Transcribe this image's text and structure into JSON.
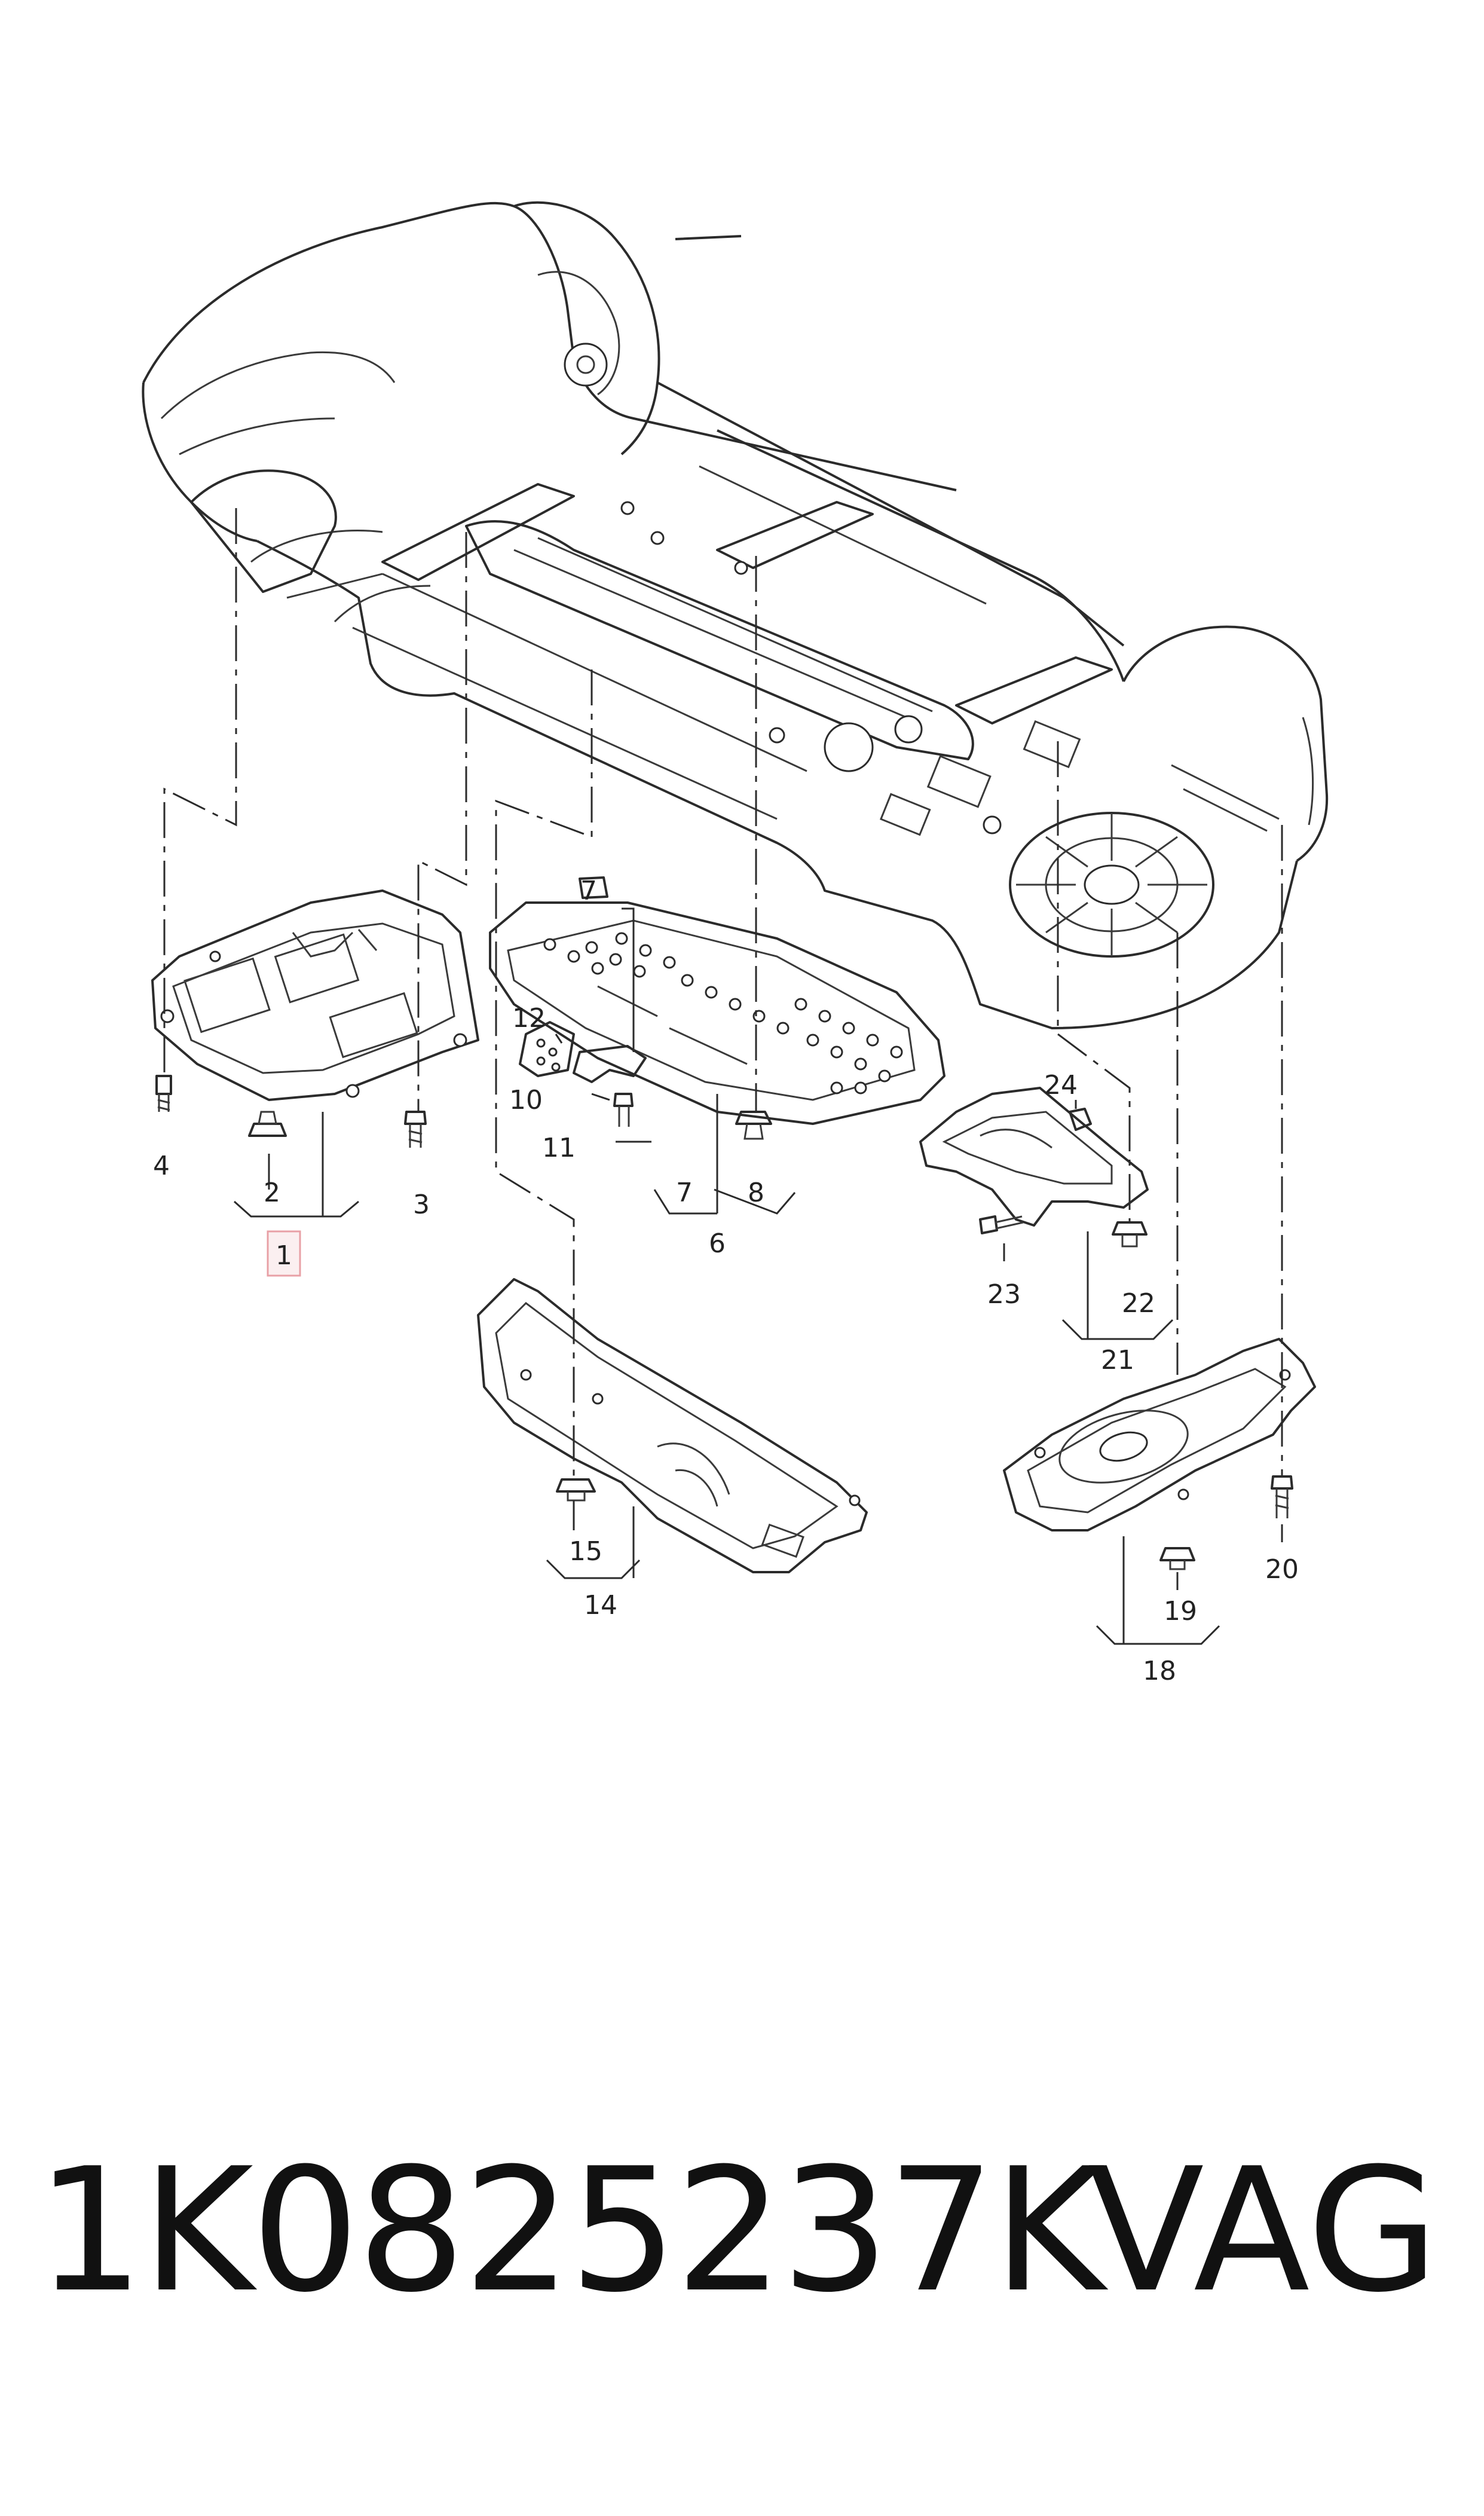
{
  "labels": {
    "l1": "1",
    "l2": "2",
    "l3": "3",
    "l4": "4",
    "l6": "6",
    "l7a": "7",
    "l7b": "7",
    "l8": "8",
    "l10": "10",
    "l11": "11",
    "l12": "12",
    "l14": "14",
    "l15": "15",
    "l18": "18",
    "l19": "19",
    "l20": "20",
    "l21": "21",
    "l22": "22",
    "l23": "23",
    "l24": "24"
  },
  "highlight_color": "#e8a0a6",
  "footer": {
    "part_number": "1K0825237K",
    "brand": "VAG"
  }
}
